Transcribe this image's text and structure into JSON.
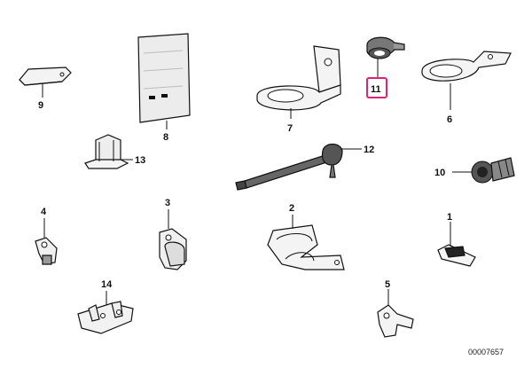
{
  "callouts": [
    {
      "id": "c9",
      "number": "9"
    },
    {
      "id": "c8",
      "number": "8"
    },
    {
      "id": "c7",
      "number": "7"
    },
    {
      "id": "c11",
      "number": "11",
      "highlighted": true
    },
    {
      "id": "c6",
      "number": "6"
    },
    {
      "id": "c13",
      "number": "13"
    },
    {
      "id": "c12",
      "number": "12"
    },
    {
      "id": "c10",
      "number": "10"
    },
    {
      "id": "c4",
      "number": "4"
    },
    {
      "id": "c3",
      "number": "3"
    },
    {
      "id": "c2",
      "number": "2"
    },
    {
      "id": "c1",
      "number": "1"
    },
    {
      "id": "c14",
      "number": "14"
    },
    {
      "id": "c5",
      "number": "5"
    }
  ],
  "diagram_ref": "00007657",
  "colors": {
    "highlight": "#e0217a",
    "ink": "#111111",
    "background": "#ffffff"
  }
}
